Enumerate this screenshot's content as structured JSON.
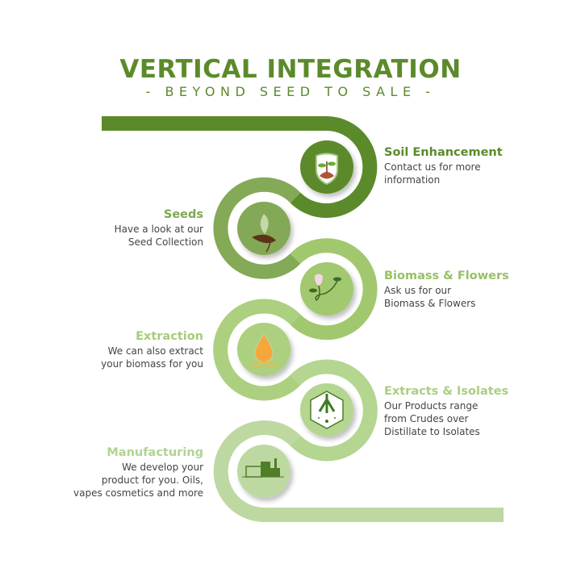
{
  "header": {
    "title": "VERTICAL INTEGRATION",
    "subtitle": "- BEYOND SEED TO SALE -"
  },
  "steps": [
    {
      "title": "Soil Enhancement",
      "lines": [
        "Contact us for more",
        "information"
      ],
      "color": "#5b8a2b",
      "icon": "soil-shield-icon"
    },
    {
      "title": "Seeds",
      "lines": [
        "Have a look at our",
        "Seed Collection"
      ],
      "color": "#7ea650",
      "icon": "seed-sprout-icon"
    },
    {
      "title": "Biomass & Flowers",
      "lines": [
        "Ask us for our",
        "Biomass & Flowers"
      ],
      "color": "#97c166",
      "icon": "flower-icon"
    },
    {
      "title": "Extraction",
      "lines": [
        "We can also extract",
        "your biomass for you"
      ],
      "color": "#a6cc78",
      "icon": "oil-drop-icon"
    },
    {
      "title": "Extracts & Isolates",
      "lines": [
        "Our Products range",
        "from Crudes over",
        "Distillate to Isolates"
      ],
      "color": "#a9cf80",
      "icon": "hexagon-leaf-icon"
    },
    {
      "title": "Manufacturing",
      "lines": [
        "We develop your",
        "product for you. Oils,",
        "vapes cosmetics and more"
      ],
      "color": "#b2d392",
      "icon": "factory-icon"
    }
  ]
}
